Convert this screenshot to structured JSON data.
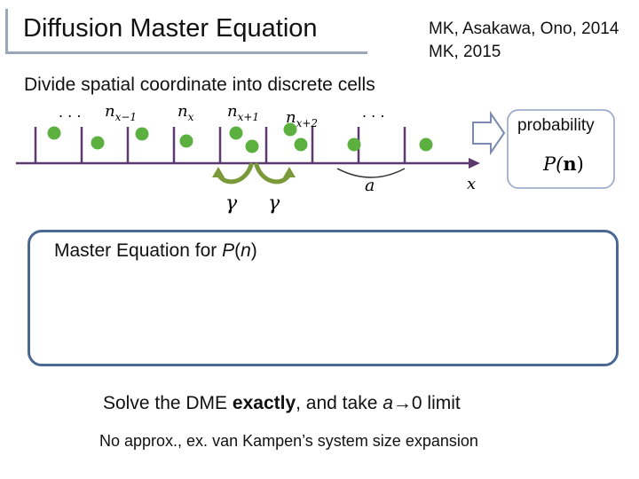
{
  "header": {
    "title": "Diffusion Master Equation",
    "refs": [
      "MK, Asakawa, Ono, 2014",
      "MK, 2015"
    ]
  },
  "subtitle": "Divide spatial coordinate into discrete cells",
  "diagram": {
    "ellipsis_left": ". . .",
    "ellipsis_right": ". . .",
    "cell_labels": [
      "n",
      "n",
      "n",
      "n"
    ],
    "cell_subscripts": [
      "x−1",
      "x",
      "x+1",
      "x+2"
    ],
    "hop_rate_left": "γ",
    "hop_rate_right": "γ",
    "cell_size_label": "a",
    "axis_label": "x",
    "probability_label": "probability",
    "probability_func": "P(",
    "probability_arg": "n",
    "probability_close": ")",
    "colors": {
      "particle": "#5cb040",
      "hop_arrow": "#7a9a3a",
      "axis": "#5b3a70",
      "box_border": "#4a6893",
      "prob_box_border": "#8ea0c8"
    }
  },
  "master_box": {
    "title_prefix": "Master Equation for ",
    "title_P": "P",
    "title_open": "(",
    "title_n": "n",
    "title_close": ")"
  },
  "solve": {
    "prefix": "Solve the DME ",
    "emph": "exactly",
    "middle": ", and take ",
    "var": "a",
    "arrow": "→",
    "suffix": "0 limit"
  },
  "approx_note": "No approx., ex. van Kampen’s system size expansion"
}
